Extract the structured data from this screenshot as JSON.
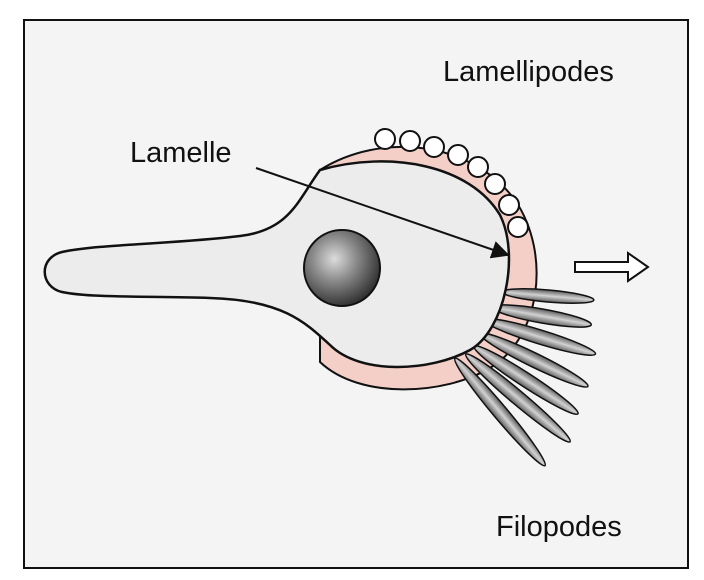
{
  "diagram": {
    "labels": {
      "lamellipodes": "Lamellipodes",
      "lamelle": "Lamelle",
      "filopodes": "Filopodes"
    },
    "colors": {
      "background": "#f4f4f4",
      "frame": "#111111",
      "cell_body": "#ececec",
      "outline": "#111111",
      "lamella_band": "#f3cfc8",
      "nucleus_center": "#d8d8d8",
      "nucleus_edge": "#2e2e2e",
      "filopod_fill": "#9a9a9a",
      "bleb_fill": "#ffffff"
    }
  }
}
